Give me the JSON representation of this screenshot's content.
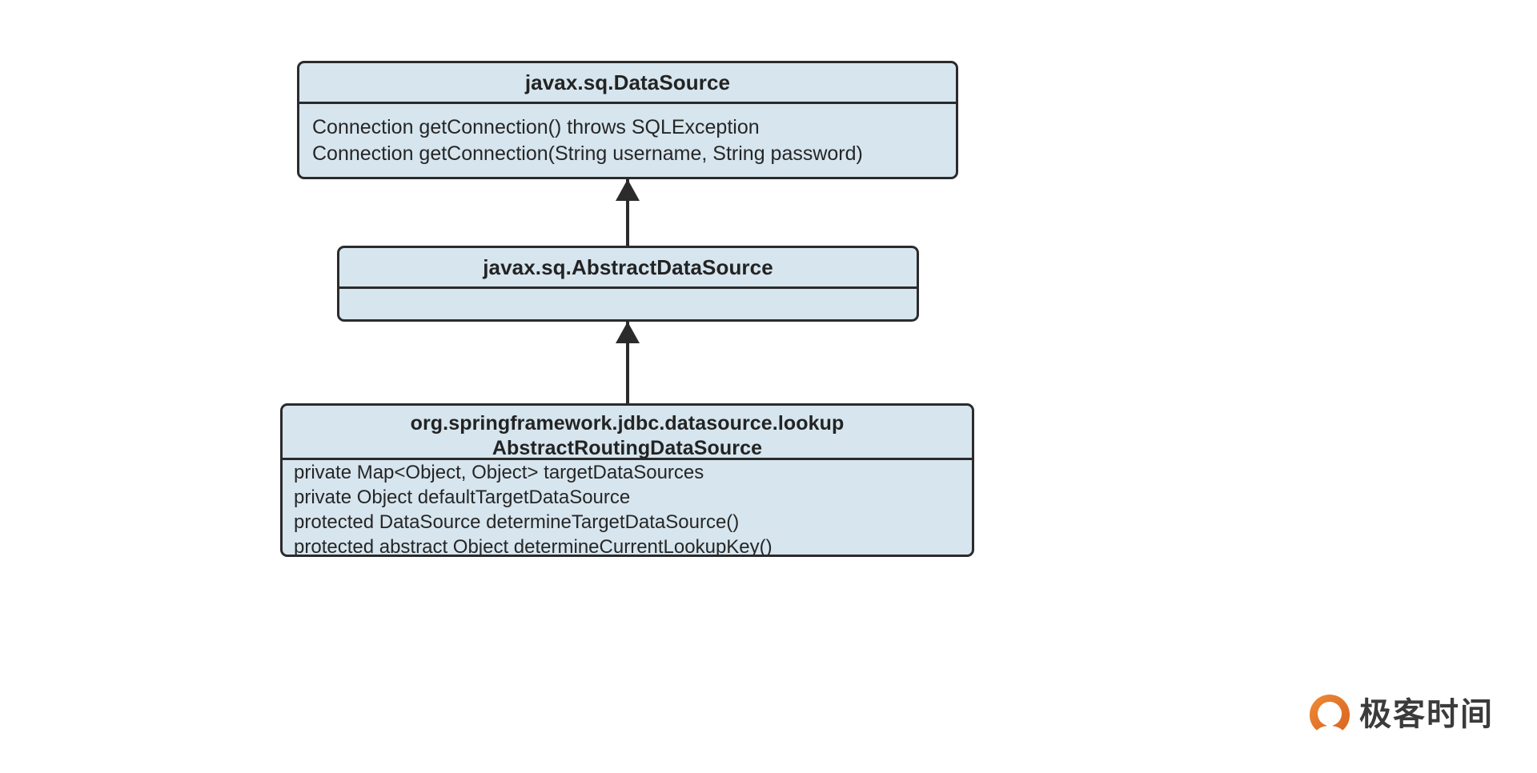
{
  "diagram": {
    "type": "uml-class-diagram",
    "background_color": "#ffffff",
    "box_fill_color": "#d6e5ee",
    "box_border_color": "#2b2b2b",
    "connector_color": "#2b2b2b",
    "classes": [
      {
        "id": "datasource",
        "title": "javax.sq.DataSource",
        "members": [
          "Connection getConnection() throws SQLException",
          "Connection getConnection(String username, String password)"
        ]
      },
      {
        "id": "abstract_datasource",
        "title": "javax.sq.AbstractDataSource",
        "members": []
      },
      {
        "id": "routing_datasource",
        "title": "org.springframework.jdbc.datasource.lookup\nAbstractRoutingDataSource",
        "members": [
          "private Map<Object, Object> targetDataSources",
          "private Object defaultTargetDataSource",
          "protected DataSource determineTargetDataSource()",
          "protected abstract Object determineCurrentLookupKey()"
        ]
      }
    ],
    "relationships": [
      {
        "id": "inherit-1",
        "kind": "generalization",
        "from": "abstract_datasource",
        "to": "datasource"
      },
      {
        "id": "inherit-2",
        "kind": "generalization",
        "from": "routing_datasource",
        "to": "abstract_datasource"
      }
    ]
  },
  "watermark": {
    "text": "极客时间",
    "mark_color": "#e2732a"
  }
}
